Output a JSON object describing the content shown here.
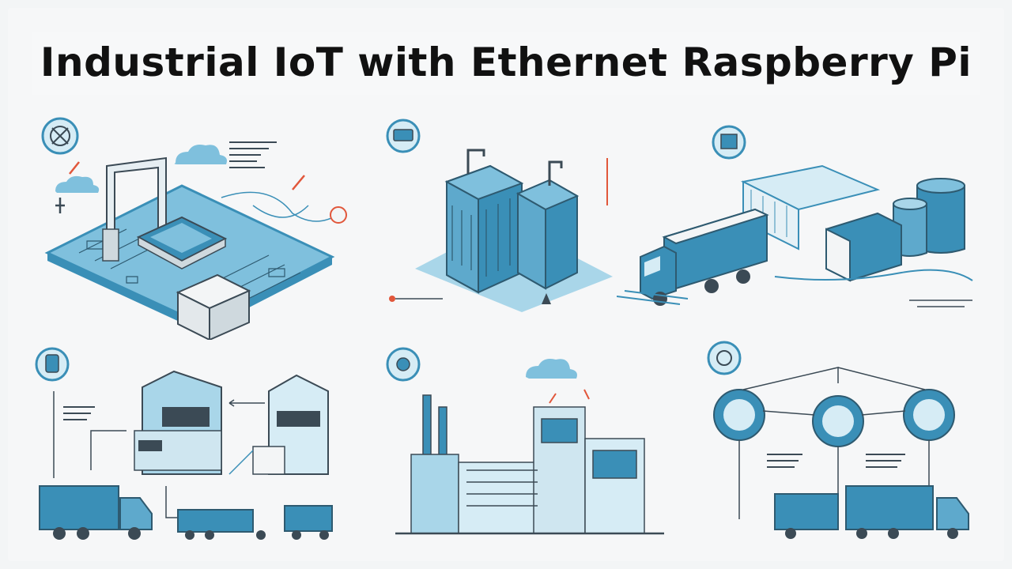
{
  "title": "Industrial IoT with Ethernet Raspberry Pi",
  "colors": {
    "accent": "#3a8fb7",
    "accent_light": "#a9d6e9",
    "accent_pale": "#d6ecf5",
    "outline": "#3b4a55",
    "red": "#e1573b",
    "background": "#f3f5f6"
  },
  "panels": [
    {
      "name": "factory-circuit-board",
      "icon": "gear-network-icon"
    },
    {
      "name": "twin-towers-plant",
      "icon": "router-icon"
    },
    {
      "name": "truck-warehouse",
      "icon": "chip-icon"
    },
    {
      "name": "warehouses-trucks",
      "icon": "database-icon"
    },
    {
      "name": "factory-skyline",
      "icon": "signal-node-icon"
    },
    {
      "name": "control-hubs-truck",
      "icon": "gear-hub-icon"
    }
  ]
}
